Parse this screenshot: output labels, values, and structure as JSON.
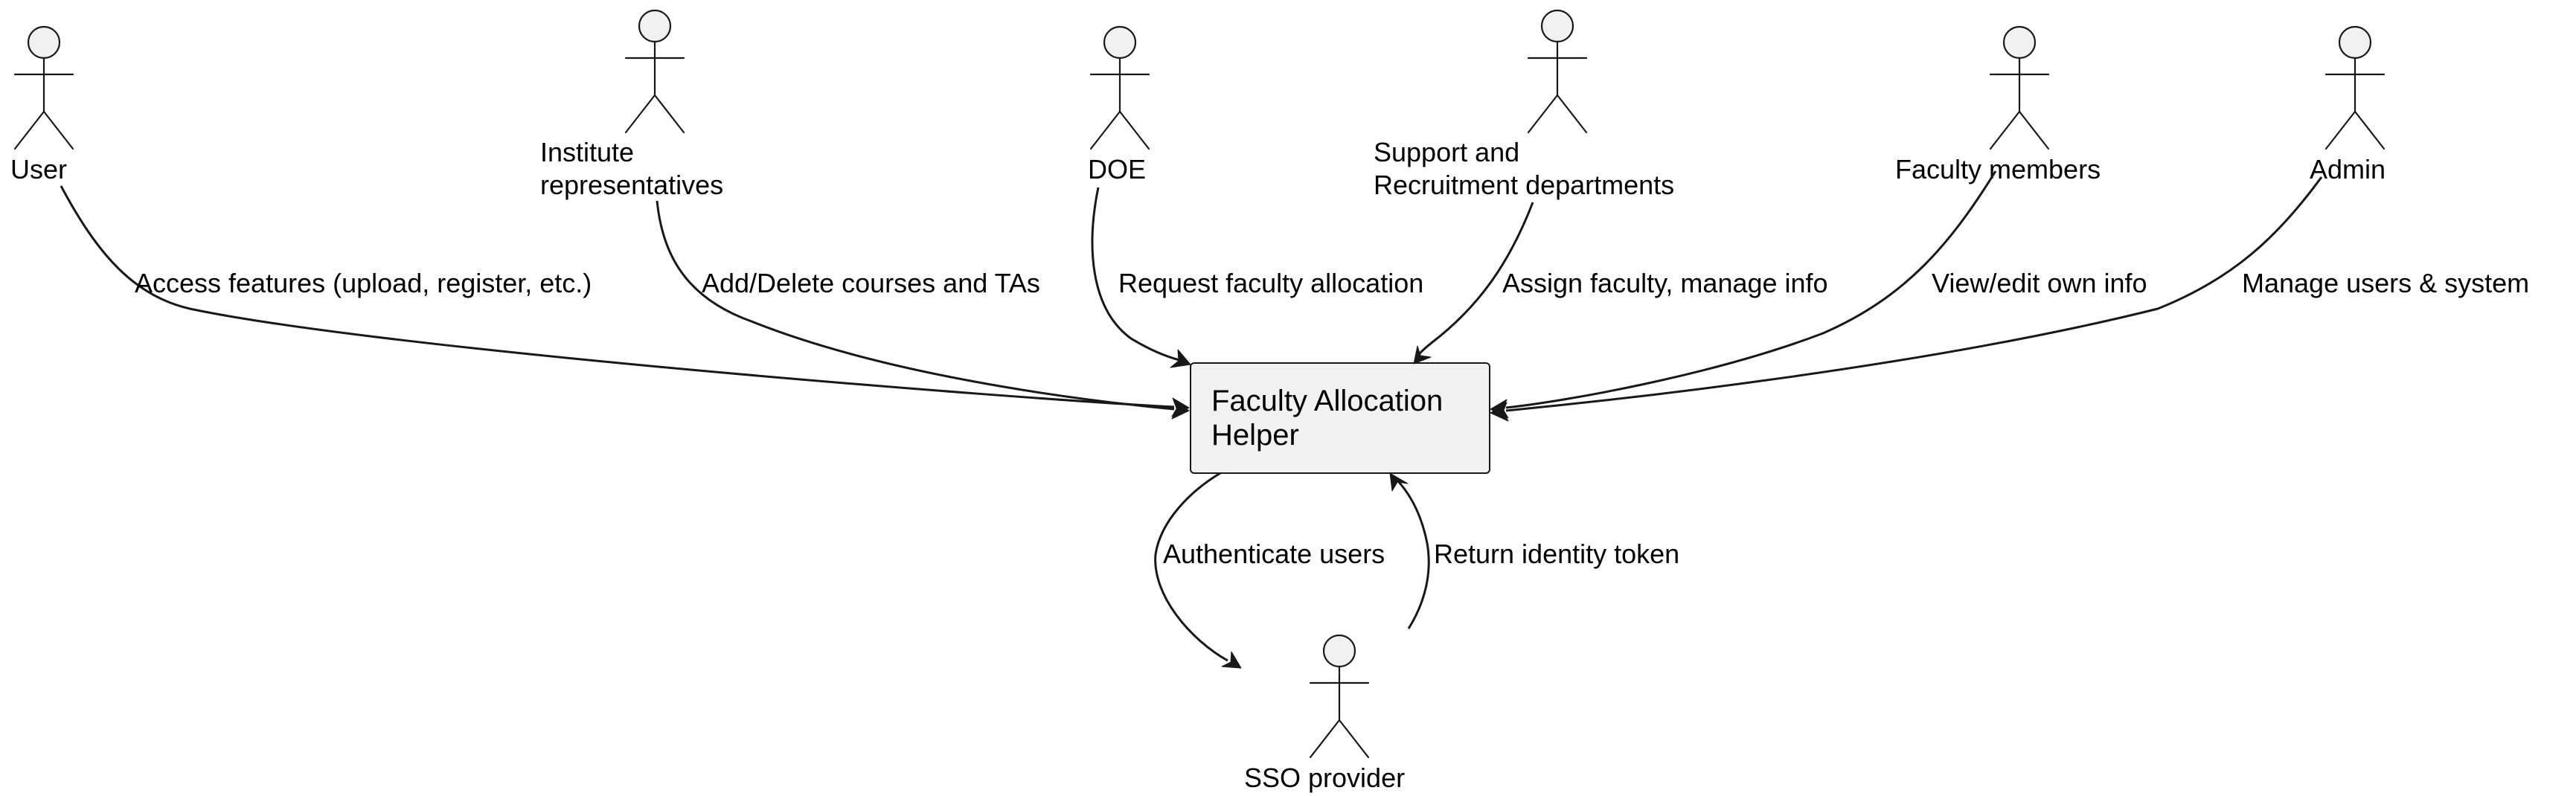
{
  "colors": {
    "line": "#181818",
    "box_fill": "#f1f1f1",
    "actor_fill": "#f1f1f1",
    "background": "#ffffff",
    "text": "#000000"
  },
  "system": {
    "lines": [
      "Faculty Allocation",
      "Helper"
    ]
  },
  "actors": {
    "user": {
      "lines": [
        "User"
      ]
    },
    "institute": {
      "lines": [
        "Institute",
        "representatives"
      ]
    },
    "doe": {
      "lines": [
        "DOE"
      ]
    },
    "support": {
      "lines": [
        "Support and",
        "Recruitment departments"
      ]
    },
    "faculty": {
      "lines": [
        "Faculty members"
      ]
    },
    "admin": {
      "lines": [
        "Admin"
      ]
    },
    "sso": {
      "lines": [
        "SSO provider"
      ]
    }
  },
  "edges": {
    "user": {
      "label": "Access features (upload, register, etc.)"
    },
    "institute": {
      "label": "Add/Delete courses and TAs"
    },
    "doe": {
      "label": "Request faculty allocation"
    },
    "support": {
      "label": "Assign faculty, manage info"
    },
    "faculty": {
      "label": "View/edit own info"
    },
    "admin": {
      "label": "Manage users & system"
    },
    "authenticate": {
      "label": "Authenticate users"
    },
    "token": {
      "label": "Return identity token"
    }
  }
}
